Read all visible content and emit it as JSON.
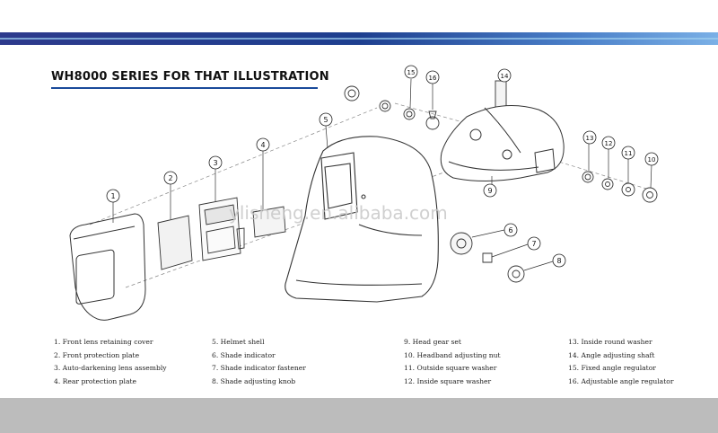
{
  "title": "WH8000 SERIES FOR THAT ILLUSTRATION",
  "watermark": "ylisheng.en.alibaba.com",
  "callouts": [
    "1",
    "2",
    "3",
    "4",
    "5",
    "6",
    "7",
    "8",
    "9",
    "10",
    "11",
    "12",
    "13",
    "14",
    "15",
    "16"
  ],
  "legend": {
    "col1": [
      "1. Front lens retaining cover",
      "2. Front protection plate",
      "3. Auto-darkening lens assembly",
      "4. Rear protection plate"
    ],
    "col2": [
      "5. Helmet shell",
      "6. Shade indicator",
      "7. Shade indicator fastener",
      "8. Shade adjusting knob"
    ],
    "col3": [
      "9.   Head gear set",
      "10. Headband adjusting nut",
      "11. Outside square washer",
      "12. Inside square washer"
    ],
    "col4": [
      "13. Inside round washer",
      "14. Angle adjusting shaft",
      "15. Fixed angle regulator",
      "16. Adjustable angle regulator"
    ]
  },
  "colors": {
    "bar_dark": "#1e3f8f",
    "bar_light": "#7bb0e6",
    "underline": "#1a4a9a",
    "footer": "#bcbcbc"
  }
}
